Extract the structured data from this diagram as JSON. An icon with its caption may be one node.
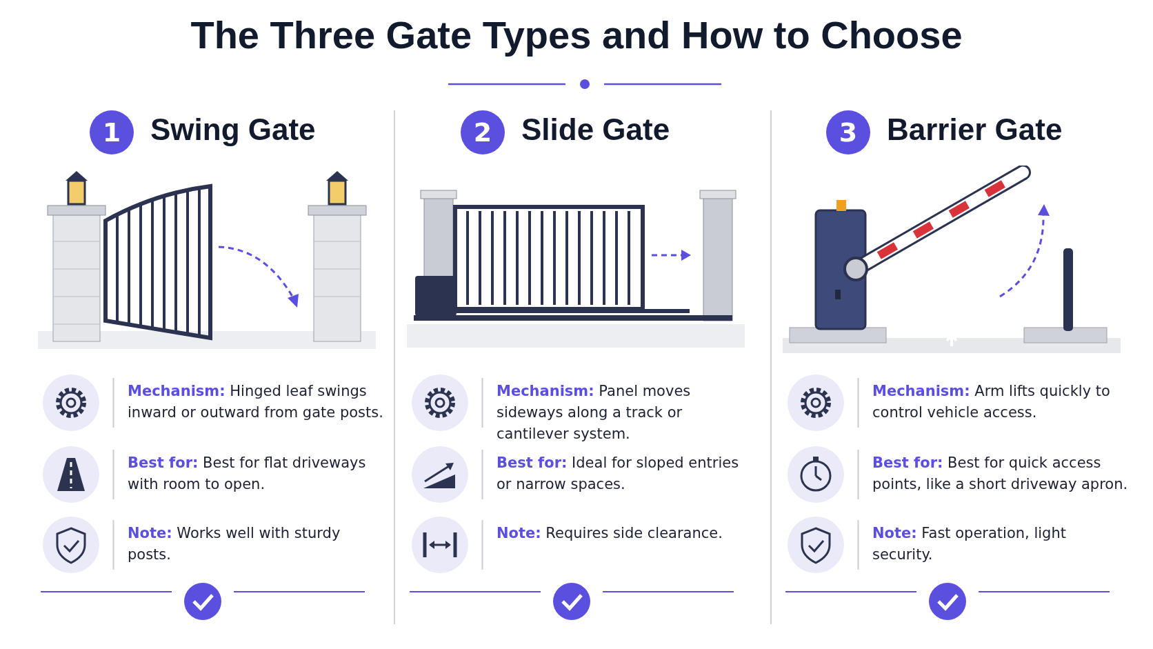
{
  "diagram": {
    "title": "The Three Gate Types and How to Choose",
    "nodes": [
      {
        "text": [
          "1"
        ],
        "beside": [
          "Swing Gate"
        ]
      },
      {
        "text": [
          "2"
        ],
        "beside": [
          "Slide Gate"
        ]
      },
      {
        "text": [
          "3"
        ],
        "beside": [
          "Barrier Gate"
        ]
      }
    ],
    "labels": [
      "**Mechanism:** Hinged leaf swings inward or outward from gate posts.",
      "**Best for:** Best for flat driveways with room to open.",
      "**Note:** Works well with sturdy posts.",
      "**Mechanism:** Panel moves sideways along a track or cantilever system.",
      "**Best for:** Ideal for sloped entries or narrow spaces.",
      "**Note:** Requires side clearance.",
      "**Mechanism:** Arm lifts quickly to control vehicle access.",
      "**Best for:** Best for quick access points, like a short driveway apron.",
      "**Note:** Fast operation, light security."
    ]
  }
}
